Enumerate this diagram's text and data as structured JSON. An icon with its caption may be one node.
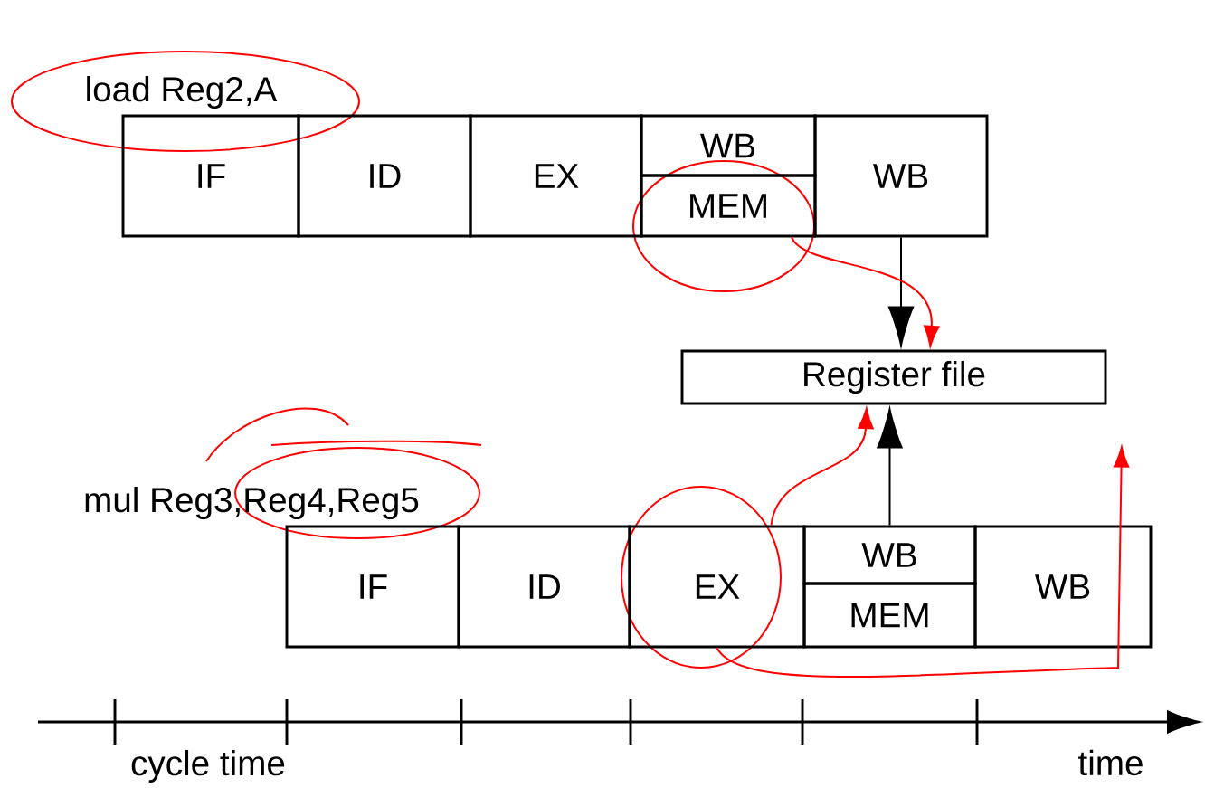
{
  "diagram": {
    "nodes": [
      {
        "text": [
          "IF"
        ]
      },
      {
        "text": [
          "ID"
        ]
      },
      {
        "text": [
          "EX"
        ]
      },
      {
        "text": [
          "WB"
        ]
      },
      {
        "text": [
          "MEM"
        ]
      },
      {
        "text": [
          "WB"
        ]
      },
      {
        "text": [
          "Register file"
        ]
      },
      {
        "text": [
          "IF"
        ]
      },
      {
        "text": [
          "ID"
        ]
      },
      {
        "text": [
          "EX"
        ]
      },
      {
        "text": [
          "WB"
        ]
      },
      {
        "text": [
          "MEM"
        ]
      },
      {
        "text": [
          "WB"
        ]
      }
    ],
    "edges": [
      {
        "from": 5,
        "to": 6,
        "arrow": "to",
        "color": "#000000"
      },
      {
        "from": 10,
        "to": 6,
        "arrow": "to",
        "color": "#000000"
      },
      {
        "from": 4,
        "to": 6,
        "arrow": "to",
        "color": "#ff0000"
      },
      {
        "from": 9,
        "to": 6,
        "arrow": "to",
        "color": "#ff0000"
      },
      {
        "from": 9,
        "to": null,
        "arrow": "to",
        "color": "#ff0000"
      }
    ],
    "labels": [
      "load Reg2,A",
      "mul Reg3,Reg4,Reg5",
      "cycle time",
      "time"
    ]
  }
}
